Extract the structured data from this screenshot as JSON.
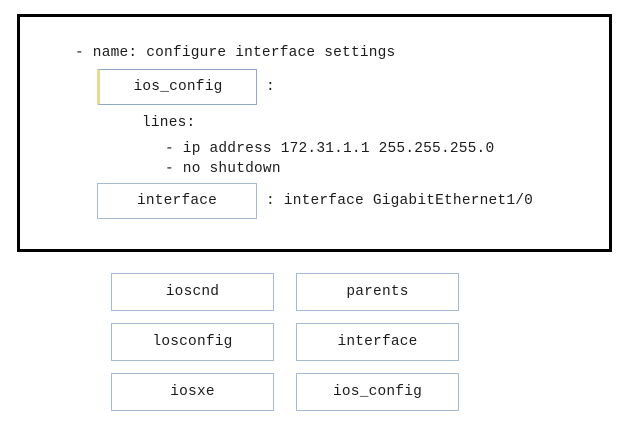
{
  "panel": {
    "lines": {
      "task_name": "- name: configure interface settings",
      "module_colon": ":",
      "lines_key": "lines:",
      "line_ip": "- ip address 172.31.1.1 255.255.255.0",
      "line_noshutdown": "- no shutdown",
      "interface_value": ": interface GigabitEthernet1/0"
    },
    "dropzones": [
      {
        "id": "module-dropzone",
        "value": "ios_config"
      },
      {
        "id": "interface-dropzone",
        "value": "interface"
      }
    ]
  },
  "options": [
    {
      "label": "ioscnd"
    },
    {
      "label": "parents"
    },
    {
      "label": "losconfig"
    },
    {
      "label": "interface"
    },
    {
      "label": "iosxe"
    },
    {
      "label": "ios_config"
    }
  ],
  "colors": {
    "frame": "#000000",
    "box_border": "#a6bbd3",
    "filled_accent": "#e3dc97",
    "text": "#1c1c1c",
    "background": "#ffffff"
  }
}
